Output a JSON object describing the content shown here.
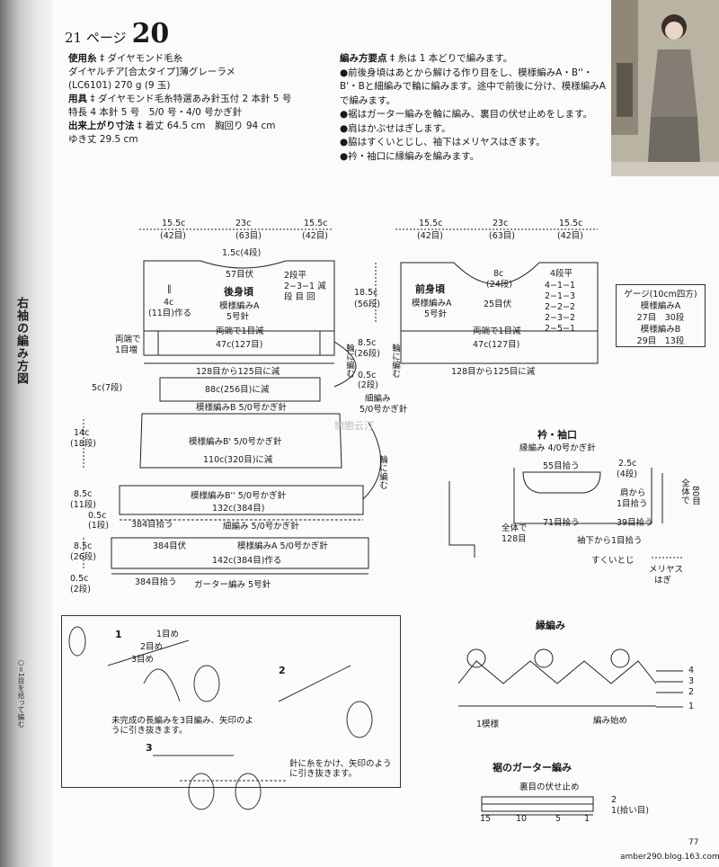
{
  "spine": {
    "title": "右袖の編み方図",
    "subtext": "○=1目を拾って編む"
  },
  "header": {
    "page_ref": "21 ページ",
    "pattern_no": "20"
  },
  "materials": {
    "yarn_label": "使用糸",
    "yarn_line1": "ダイヤモンド毛糸",
    "yarn_line2": "ダイヤルチア[合太タイプ]薄グレーラメ",
    "yarn_line3": "(LC6101) 270 g (9 玉)",
    "tools_label": "用具",
    "tools_line1": "ダイヤモンド毛糸特選あみ針玉付 2 本針 5 号",
    "tools_line2": "特長 4 本針 5 号　5/0 号・4/0 号かぎ針",
    "size_label": "出来上がり寸法",
    "size_line1": "着丈 64.5 cm　胸回り 94 cm",
    "size_line2": "ゆき丈 29.5 cm"
  },
  "points": {
    "label": "編み方要点",
    "intro": "糸は 1 本どりで編みます。",
    "items": [
      "●前後身頃はあとから解ける作り目をし、模様編みA・B''・B'・Bと細編みで輪に編みます。途中で前後に分け、模様編みAで編みます。",
      "●裾はガーター編みを輪に編み、裏目の伏せ止めをします。",
      "●肩はかぶせはぎします。",
      "●脇はすくいとじし、袖下はメリヤスはぎます。",
      "●衿・袖口に縁編みを編みます。"
    ]
  },
  "back": {
    "w1": "15.5c",
    "w2": "23c",
    "w3": "15.5c",
    "s1": "(42目)",
    "s2": "(63目)",
    "s3": "(42目)",
    "neck_top": "1.5c(4段)",
    "neck_bind": "57目伏",
    "title": "後身頃",
    "pattern": "模様編みA",
    "needle": "5号針",
    "mark": "‖",
    "dec1": "2段平",
    "dec2": "2−3−1 減",
    "dec3": "段 目 回",
    "side_l1": "4c",
    "side_l2": "(11目)作る",
    "both_ends": "両端で1目減",
    "width": "47c(127目)",
    "inc_l1": "両端で",
    "inc_l2": "1目増",
    "dec_total": "128目から125目に減"
  },
  "front": {
    "w1": "15.5c",
    "w2": "23c",
    "w3": "15.5c",
    "s1": "(42目)",
    "s2": "(63目)",
    "s3": "(42目)",
    "title": "前身頃",
    "pattern": "模様編みA",
    "needle": "5号針",
    "neck": "8c",
    "neck_s": "(24段)",
    "r0": "4段平",
    "r1": "4−1−1",
    "r2": "2−1−3",
    "r3": "2−2−2",
    "r4": "2−3−2",
    "r5": "2−5−1",
    "neck_st": "25目伏",
    "both_ends": "両端で1目減",
    "width": "47c(127目)",
    "dec_total": "128目から125目に減"
  },
  "mid": {
    "h1": "18.5c",
    "h1s": "(56段)",
    "h2": "8.5c",
    "h2s": "(26段)",
    "h3": "0.5c",
    "h3s": "(2段)",
    "loop_l": "輪に編む",
    "loop_r": "輪に編む",
    "sc": "細編み",
    "sc_hook": "5/0号かぎ針",
    "loop_c": "輪に編む"
  },
  "body": {
    "b1_h": "5c(7段)",
    "b1": "88c(256目)に減",
    "b1_pat": "模様編みB 5/0号かぎ針",
    "b2_h": "14c",
    "b2_hs": "(18段)",
    "b2_pat": "模様編みB' 5/0号かぎ針",
    "b2_dec": "110c(320目)に減",
    "b3_h": "8.5c",
    "b3_hs": "(11段)",
    "b3_pat": "模様編みB'' 5/0号かぎ針",
    "b3_w": "132c(384目)",
    "b3_h2": "0.5c",
    "b3_h2s": "(1段)",
    "pick1": "384目拾う",
    "sc_row": "細編み 5/0号かぎ針",
    "b4_h": "8.5c",
    "b4_hs": "(26段)",
    "b4_bind": "384目伏",
    "b4_pat": "模様編みA 5/0号かぎ針",
    "b4_w": "142c(384目)作る",
    "b5_h": "0.5c",
    "b5_hs": "(2段)",
    "pick2": "384目拾う",
    "garter": "ガーター編み 5号針"
  },
  "gauge": {
    "title": "ゲージ(10cm四方)",
    "l1": "模様編みA",
    "l2": "27目　30段",
    "l3": "模様編みB",
    "l4": "29目　13段"
  },
  "collar": {
    "title": "衿・袖口",
    "sub": "縁編み 4/0号かぎ針",
    "pick55": "55目拾う",
    "c25": "2.5c",
    "c4": "(4段)",
    "shoulder": "肩から",
    "shoulder2": "1目拾う",
    "total80": "全体で",
    "total80b": "80目",
    "total128": "全体で",
    "total128b": "128目",
    "pick71": "71目拾う",
    "pick39": "39目拾う",
    "under": "袖下から1目拾う",
    "scoop": "すくいとじ",
    "mer1": "メリヤス",
    "mer2": "はぎ"
  },
  "edge": {
    "title": "縁編み",
    "rows": [
      "4",
      "3",
      "2",
      "1"
    ],
    "repeat": "1模様",
    "start": "編み始め"
  },
  "hem": {
    "title": "裾のガーター編み",
    "bind": "裏目の伏せ止め",
    "r2": "2",
    "r1": "1(拾い目)",
    "n15": "15",
    "n10": "10",
    "n5": "5",
    "n1": "1"
  },
  "hook": {
    "s1": "1",
    "s2": "2",
    "s3": "3",
    "m1": "1目め",
    "m2": "2目め",
    "m3": "3目め",
    "t1": "未完成の長編みを3目編み、矢印のように引き抜きます。",
    "t2": "針に糸をかけ、矢印のように引き抜きます。"
  },
  "footer": {
    "page": "77",
    "url": "amber290.blog.163.com",
    "watermark": "戀戀云汀"
  }
}
